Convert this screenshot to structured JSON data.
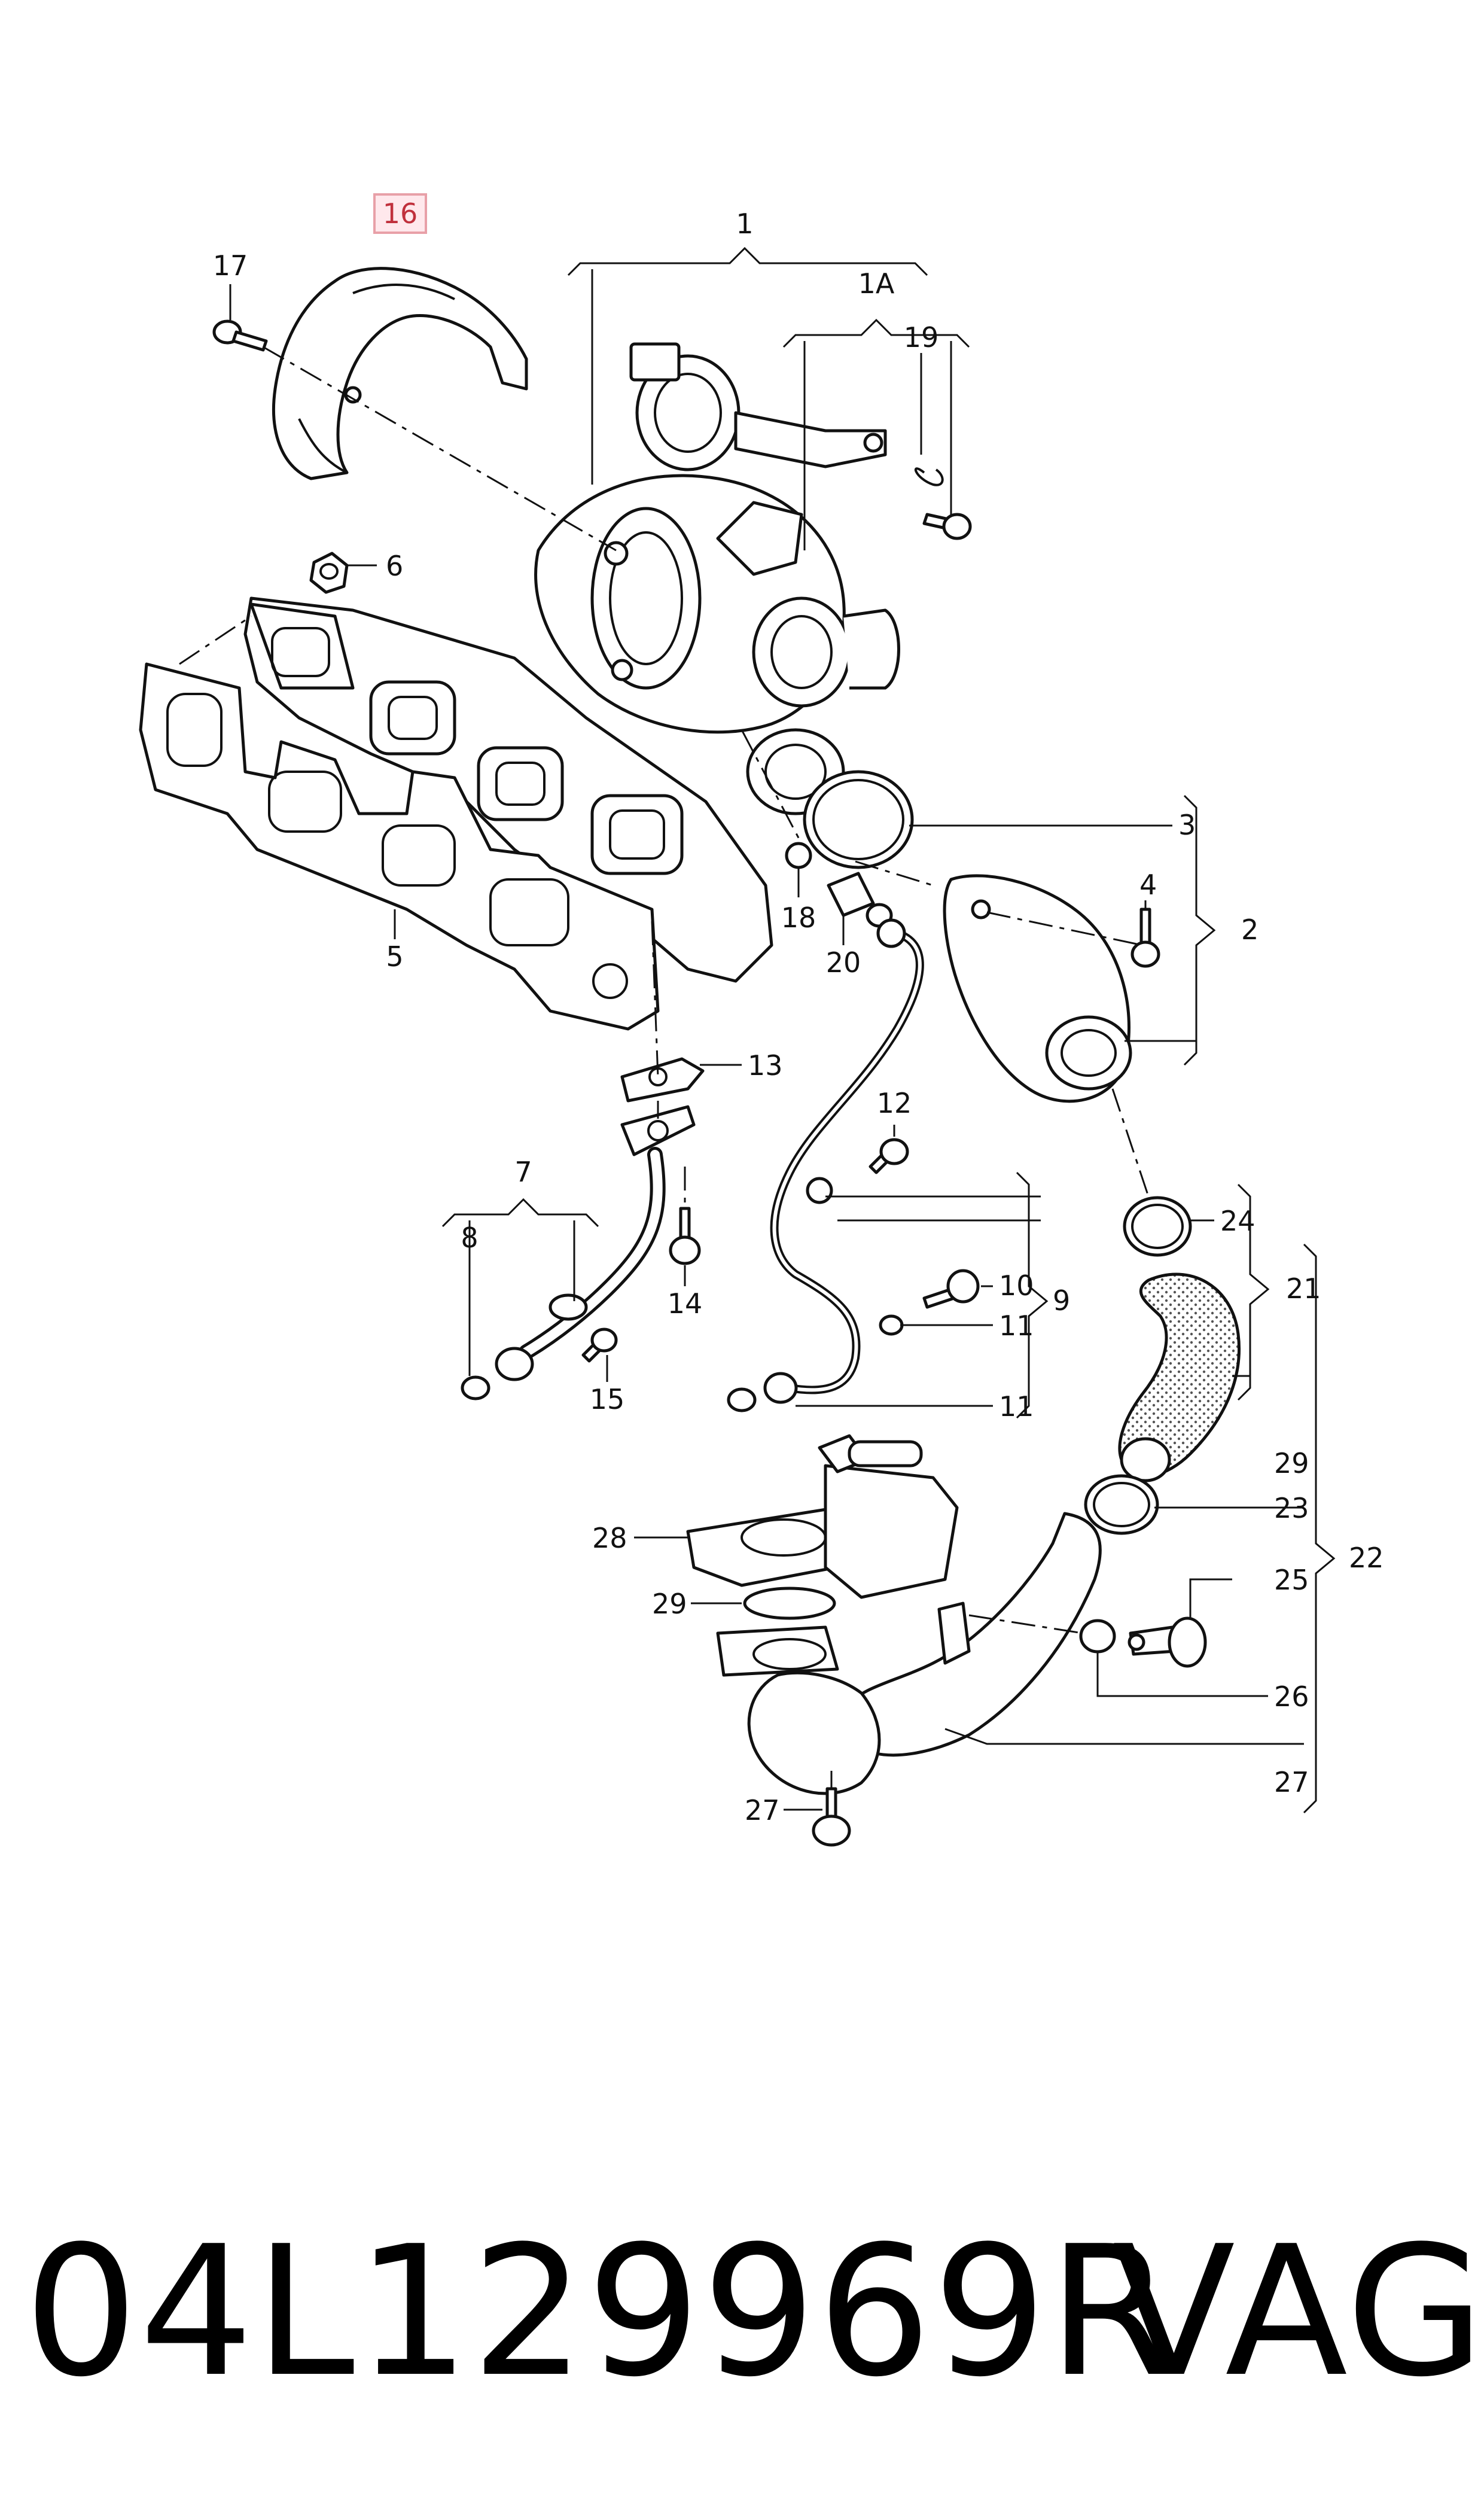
{
  "diagram": {
    "callouts": [
      {
        "id": "1",
        "highlight": false
      },
      {
        "id": "1A",
        "highlight": false
      },
      {
        "id": "2",
        "highlight": false
      },
      {
        "id": "3",
        "highlight": false
      },
      {
        "id": "4",
        "highlight": false
      },
      {
        "id": "5",
        "highlight": false
      },
      {
        "id": "6",
        "highlight": false
      },
      {
        "id": "7",
        "highlight": false
      },
      {
        "id": "8",
        "highlight": false
      },
      {
        "id": "9",
        "highlight": false
      },
      {
        "id": "10",
        "highlight": false
      },
      {
        "id": "11",
        "highlight": false
      },
      {
        "id": "12",
        "highlight": false
      },
      {
        "id": "13",
        "highlight": false
      },
      {
        "id": "14",
        "highlight": false
      },
      {
        "id": "15",
        "highlight": false
      },
      {
        "id": "16",
        "highlight": true
      },
      {
        "id": "17",
        "highlight": false
      },
      {
        "id": "18",
        "highlight": false
      },
      {
        "id": "19",
        "highlight": false
      },
      {
        "id": "20",
        "highlight": false
      },
      {
        "id": "21",
        "highlight": false
      },
      {
        "id": "22",
        "highlight": false
      },
      {
        "id": "23",
        "highlight": false
      },
      {
        "id": "24",
        "highlight": false
      },
      {
        "id": "25",
        "highlight": false
      },
      {
        "id": "26",
        "highlight": false
      },
      {
        "id": "27",
        "highlight": false
      },
      {
        "id": "28",
        "highlight": false
      },
      {
        "id": "29",
        "highlight": false
      }
    ],
    "highlight_color": "#e8a0a8",
    "highlight_text_color": "#c0303c"
  },
  "footer": {
    "part_number": "04L129969R",
    "brand": "VAG"
  }
}
